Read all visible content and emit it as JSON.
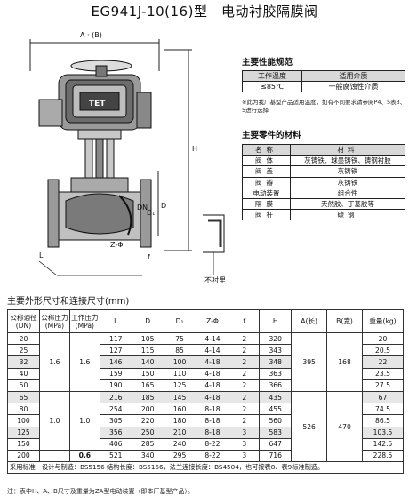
{
  "title": "EG941J-10(16)型　电动衬胶隔膜阀",
  "drawing": {
    "dim_A": "A · (B)",
    "dim_H": "H",
    "dim_DN": "DN",
    "dim_D1": "D₁",
    "dim_D": "D",
    "dim_zf": "Z-Φ",
    "dim_f": "f",
    "dim_L": "L",
    "actuator_mark": "TET",
    "detail_label": "不衬里"
  },
  "performance": {
    "heading": "主要性能规范",
    "col1": "工作温度",
    "col2": "适用介质",
    "val1": "≤85℃",
    "val2": "一般腐蚀性介质",
    "note": "※此为我厂基型产品适用温度，如有不同要求请参阅P4、5表3、5进行选择"
  },
  "parts": {
    "heading": "主要零件的材料",
    "header": [
      "名称",
      "材料"
    ],
    "rows": [
      [
        "阀体",
        "灰铸铁、球墨铸铁、铸钢衬胶"
      ],
      [
        "阀盖",
        "灰铸铁"
      ],
      [
        "阀瓣",
        "灰铸铁"
      ],
      [
        "电动装置",
        "组合件"
      ],
      [
        "隔膜",
        "天然胶、丁基胶等"
      ],
      [
        "阀杆",
        "碳钢"
      ]
    ]
  },
  "dims": {
    "heading": "主要外形尺寸和连接尺寸(mm)",
    "header": [
      "公称通径(DN)",
      "公称压力(MPa)",
      "工作压力(MPa)",
      "L",
      "D",
      "D₁",
      "Z-Φ",
      "f",
      "H",
      "A(长)",
      "B(宽)",
      "重量(kg)"
    ],
    "pn_low": "1.6",
    "wp_low": "1.6",
    "pn_high": "1.0",
    "wp_high": "1.0",
    "wp_last": "0.6",
    "a_small": "395",
    "b_small": "168",
    "a_large": "526",
    "b_large": "470",
    "rows": [
      [
        "20",
        "117",
        "105",
        "75",
        "4-14",
        "2",
        "320",
        "20"
      ],
      [
        "25",
        "127",
        "115",
        "85",
        "4-14",
        "2",
        "343",
        "20.5"
      ],
      [
        "32",
        "146",
        "140",
        "100",
        "4-18",
        "2",
        "348",
        "22"
      ],
      [
        "40",
        "159",
        "150",
        "110",
        "4-18",
        "2",
        "363",
        "23.5"
      ],
      [
        "50",
        "190",
        "165",
        "125",
        "4-18",
        "2",
        "366",
        "27.5"
      ],
      [
        "65",
        "216",
        "185",
        "145",
        "4-18",
        "2",
        "435",
        "67"
      ],
      [
        "80",
        "254",
        "200",
        "160",
        "8-18",
        "2",
        "455",
        "74.5"
      ],
      [
        "100",
        "305",
        "220",
        "180",
        "8-18",
        "2",
        "560",
        "86.5"
      ],
      [
        "125",
        "356",
        "250",
        "210",
        "8-18",
        "3",
        "583",
        "103.5"
      ],
      [
        "150",
        "406",
        "285",
        "240",
        "8-22",
        "3",
        "647",
        "142.5"
      ],
      [
        "200",
        "521",
        "340",
        "295",
        "8-22",
        "3",
        "716",
        "228.5"
      ]
    ],
    "standard": "采用标准　设计与制造：BS5156  结构长度：BS5156，法兰连接长度：BS4504，也可按表8、表9标准制造。"
  },
  "footnote": "注：表中H、A、B尺寸及重量为ZA型电动装置（即本厂基型产品）。"
}
